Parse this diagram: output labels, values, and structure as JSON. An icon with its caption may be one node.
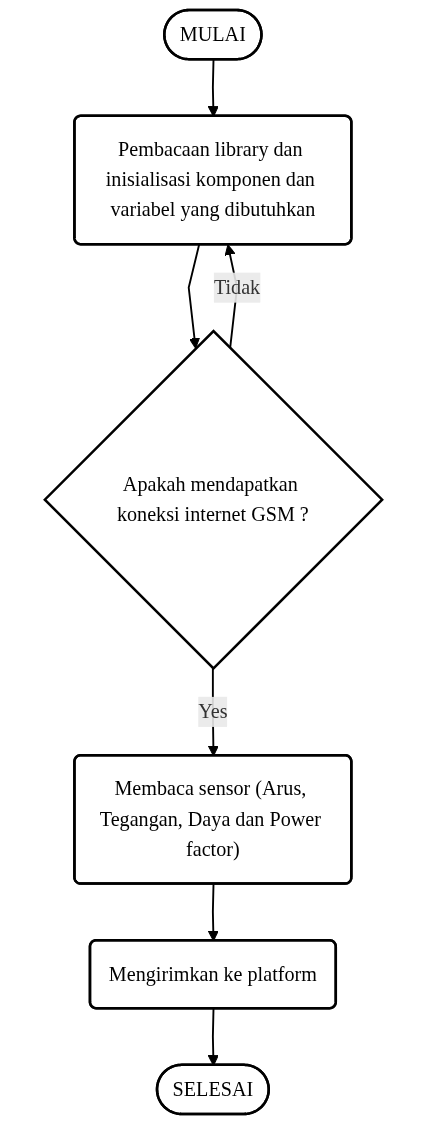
{
  "diagram": {
    "nodes": [
      {
        "text": [
          "MULAI"
        ]
      },
      {
        "text": [
          "Pembacaan library dan inisialisasi komponen dan variabel yang dibutuhkan"
        ]
      },
      {
        "text": [
          "Apakah mendapatkan koneksi internet GSM ?"
        ]
      },
      {
        "text": [
          "Membaca sensor (Arus, Tegangan, Daya dan Power factor)"
        ]
      },
      {
        "text": [
          "Mengirimkan ke platform"
        ]
      },
      {
        "text": [
          "SELESAI"
        ]
      }
    ],
    "edges": [
      {
        "from": 0,
        "to": 1,
        "arrow": "to"
      },
      {
        "from": 1,
        "to": 2,
        "arrow": "to"
      },
      {
        "from": 2,
        "to": 1,
        "arrow": "to",
        "label": "Tidak"
      },
      {
        "from": 2,
        "to": 3,
        "arrow": "to",
        "label": "Yes"
      },
      {
        "from": 3,
        "to": 4,
        "arrow": "to"
      },
      {
        "from": 4,
        "to": 5,
        "arrow": "to"
      }
    ]
  }
}
